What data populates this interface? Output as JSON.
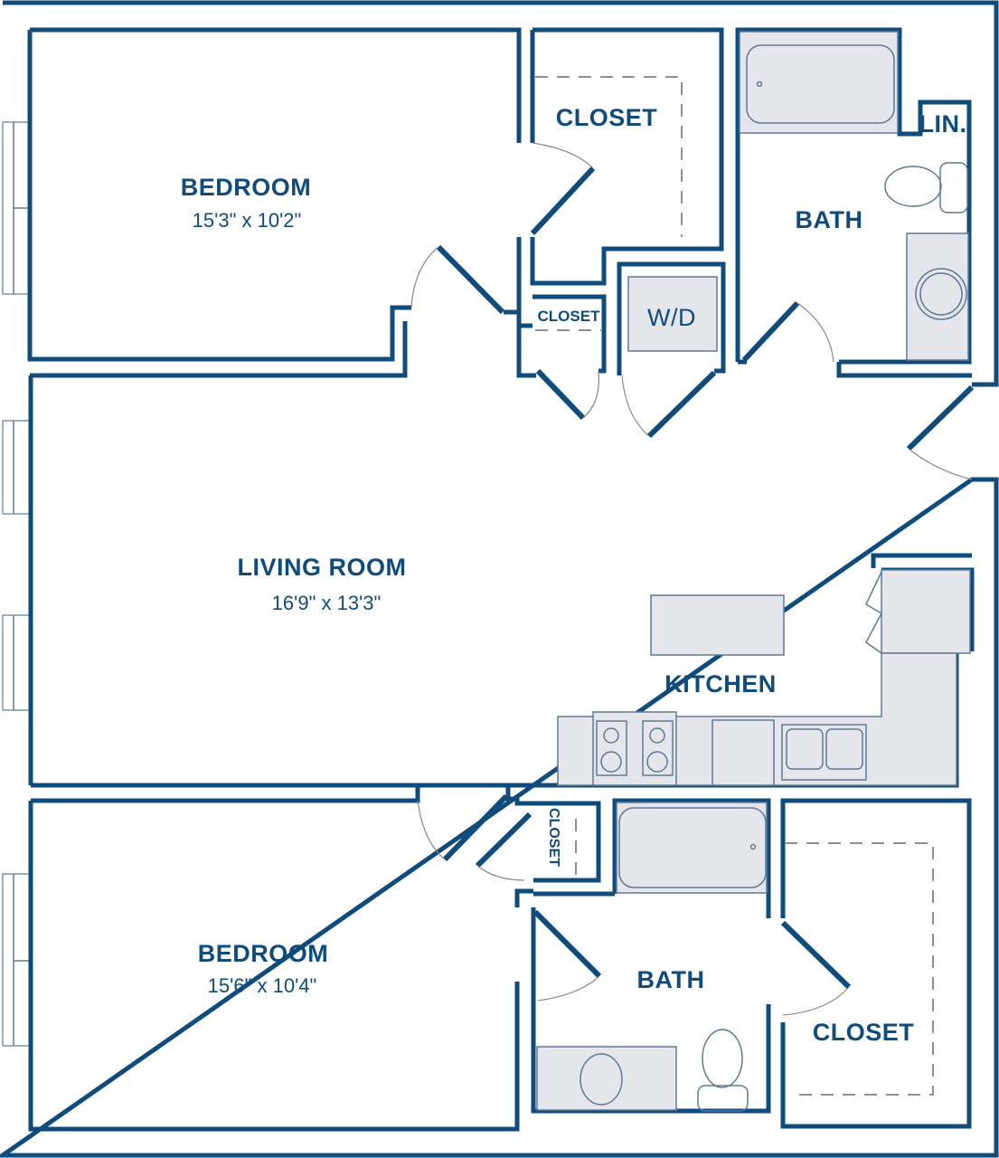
{
  "floorplan": {
    "colors": {
      "wall": "#0f4c7c",
      "fixture_fill": "#e4e6ec",
      "fixture_stroke": "#5f7896",
      "background": "#ffffff"
    },
    "rooms": {
      "bedroom_top": {
        "name": "BEDROOM",
        "dimensions": "15'3\" x 10'2\""
      },
      "closet_top": {
        "name": "CLOSET"
      },
      "closet_small": {
        "name": "CLOSET"
      },
      "washer_dryer": {
        "name": "W/D"
      },
      "bath_top": {
        "name": "BATH"
      },
      "linen": {
        "name": "LIN."
      },
      "living_room": {
        "name": "LIVING ROOM",
        "dimensions": "16'9\" x 13'3\""
      },
      "kitchen": {
        "name": "KITCHEN"
      },
      "bedroom_bottom": {
        "name": "BEDROOM",
        "dimensions": "15'6\" x 10'4\""
      },
      "closet_vertical": {
        "name": "CLOSET"
      },
      "bath_bottom": {
        "name": "BATH"
      },
      "closet_bottom": {
        "name": "CLOSET"
      }
    }
  }
}
